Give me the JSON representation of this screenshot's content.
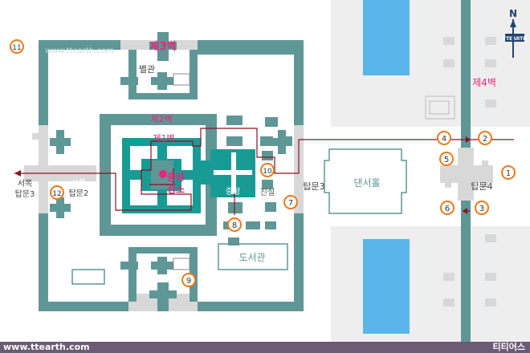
{
  "walls": {
    "third": "제3벽",
    "fourth": "제4벽",
    "second": "제2벽",
    "first": "제1벽"
  },
  "buildings": {
    "annex": "별관",
    "library": "도서관",
    "dance_hall": "댄서홀",
    "central_sanctuary_line1": "중앙",
    "central_sanctuary_line2": "성소",
    "central_court": "중정",
    "inner_chamber": "진실"
  },
  "gates": {
    "gate4": "탑문4",
    "gate3": "탑문3",
    "west_gate3_line1": "서쪽",
    "west_gate3_line2": "탑문3",
    "west_gate2_line1": "서쪽",
    "west_gate2_line2": "탑문2"
  },
  "markers": [
    "1",
    "2",
    "3",
    "4",
    "5",
    "6",
    "7",
    "8",
    "9",
    "10",
    "11",
    "12"
  ],
  "compass": {
    "north": "N",
    "badge": "TTEARTH"
  },
  "watermark": "www.ttearth.com",
  "footer": {
    "left": "www.ttearth.com",
    "right": "티티어스"
  },
  "colors": {
    "wall": "#5f9696",
    "gate": "#d8d8d8",
    "temple": "#199b95",
    "label_pink": "#e8267a",
    "route": "#8a1020",
    "marker": "#f07818",
    "water": "#5ab5ea"
  }
}
